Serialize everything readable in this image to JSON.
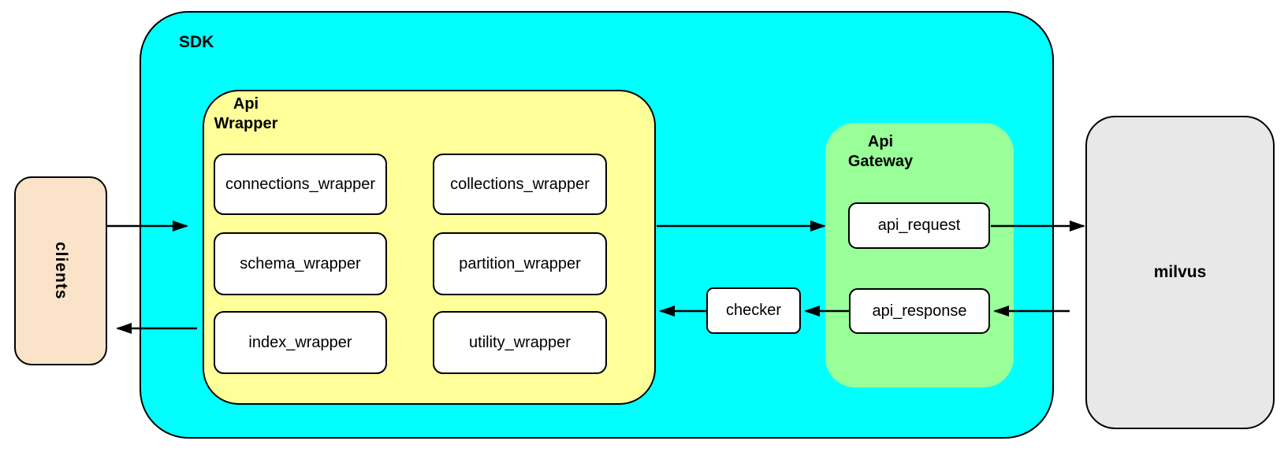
{
  "colors": {
    "sdk_fill": "#00FFFF",
    "api_wrapper_fill": "#FFFF99",
    "api_gateway_fill": "#99FF99",
    "clients_fill": "#FBE3C9",
    "milvus_fill": "#E8E8E8",
    "node_fill": "#FFFFFF",
    "border": "#000000"
  },
  "nodes": {
    "clients": {
      "label": "clients"
    },
    "sdk": {
      "label": "SDK"
    },
    "api_wrapper": {
      "label": "Api\nWrapper",
      "boxes": [
        "connections_wrapper",
        "collections_wrapper",
        "schema_wrapper",
        "partition_wrapper",
        "index_wrapper",
        "utility_wrapper"
      ]
    },
    "checker": {
      "label": "checker"
    },
    "api_gateway": {
      "label": "Api\nGateway",
      "boxes": [
        "api_request",
        "api_response"
      ]
    },
    "milvus": {
      "label": "milvus"
    }
  }
}
